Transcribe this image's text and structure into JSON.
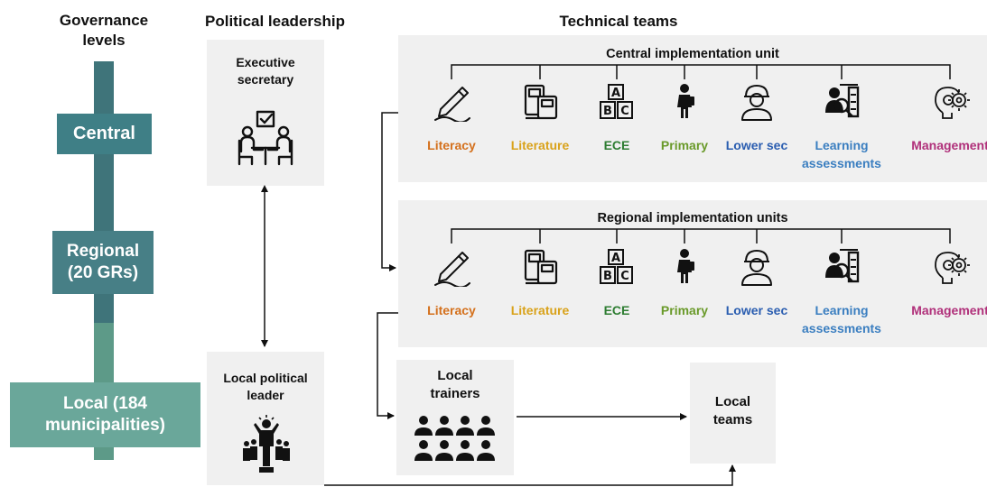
{
  "headers": {
    "governance": "Governance levels",
    "political": "Political leadership",
    "technical": "Technical teams"
  },
  "levels": {
    "central": "Central",
    "regional": "Regional (20 GRs)",
    "local": "Local (184 municipalities)"
  },
  "political": {
    "executive": "Executive secretary",
    "local_leader": "Local political leader"
  },
  "units": {
    "central": "Central implementation unit",
    "regional": "Regional implementation units"
  },
  "teams": [
    {
      "label": "Literacy",
      "color": "#d4701c",
      "icon": "pen-icon"
    },
    {
      "label": "Literature",
      "color": "#d9a21a",
      "icon": "book-icon"
    },
    {
      "label": "ECE",
      "color": "#2e7d32",
      "icon": "abc-blocks-icon"
    },
    {
      "label": "Primary",
      "color": "#6a9a2a",
      "icon": "student-icon"
    },
    {
      "label": "Lower sec",
      "color": "#2a5db0",
      "icon": "teen-icon"
    },
    {
      "label": "Learning assessments",
      "color": "#3a7ec0",
      "icon": "assessment-icon"
    },
    {
      "label": "Management",
      "color": "#b0307a",
      "icon": "gear-bulb-icon"
    }
  ],
  "local": {
    "trainers": "Local trainers",
    "teams": "Local teams"
  },
  "colors": {
    "central": "#3f7f86",
    "regional": "#477f86",
    "local": "#6aa79a"
  }
}
